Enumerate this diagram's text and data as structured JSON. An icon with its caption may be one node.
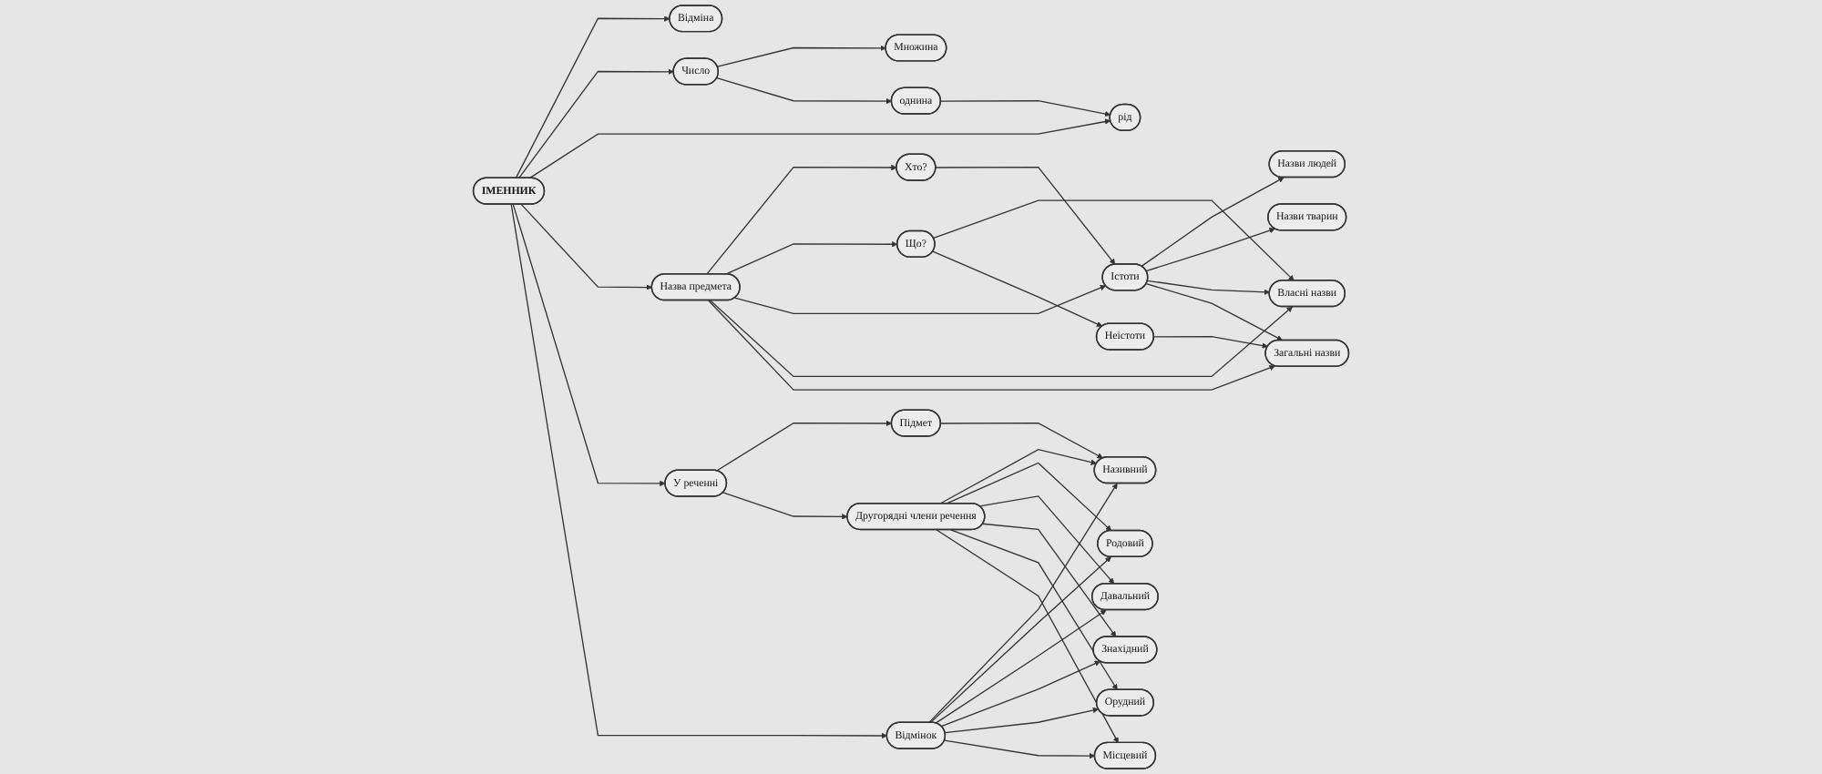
{
  "diagram": {
    "nodes": [
      {
        "text": [
          "Називний"
        ]
      },
      {
        "text": [
          "Родовий"
        ]
      },
      {
        "text": [
          "Давальний"
        ]
      },
      {
        "text": [
          "Знахідний"
        ]
      },
      {
        "text": [
          "Орудний"
        ]
      },
      {
        "text": [
          "Місцевий"
        ]
      },
      {
        "text": [
          "Відмінок"
        ]
      },
      {
        "text": [
          "Відміна"
        ]
      },
      {
        "text": [
          "Число"
        ]
      },
      {
        "text": [
          "Множина"
        ]
      },
      {
        "text": [
          "однина"
        ]
      },
      {
        "text": [
          "Підмет"
        ]
      },
      {
        "text": [
          "ІМЕННИК"
        ]
      },
      {
        "text": [
          "рід"
        ]
      },
      {
        "text": [
          "Другорядні члени речення"
        ]
      },
      {
        "text": [
          "У реченні"
        ]
      },
      {
        "text": [
          "Назва предмета"
        ]
      },
      {
        "text": [
          "Хто?"
        ]
      },
      {
        "text": [
          "Що?"
        ]
      },
      {
        "text": [
          "Назви людей"
        ]
      },
      {
        "text": [
          "Істоти"
        ]
      },
      {
        "text": [
          "Власні назви"
        ]
      },
      {
        "text": [
          "Неістоти"
        ]
      },
      {
        "text": [
          "Назви тварин"
        ]
      },
      {
        "text": [
          "Загальні назви"
        ]
      }
    ],
    "edges": [
      {
        "from": 12,
        "to": 7,
        "arrow": "to"
      },
      {
        "from": 12,
        "to": 8,
        "arrow": "to"
      },
      {
        "from": 12,
        "to": 13,
        "arrow": "to"
      },
      {
        "from": 12,
        "to": 16,
        "arrow": "to"
      },
      {
        "from": 12,
        "to": 15,
        "arrow": "to"
      },
      {
        "from": 8,
        "to": 9,
        "arrow": "to"
      },
      {
        "from": 8,
        "to": 10,
        "arrow": "to"
      },
      {
        "from": 10,
        "to": 13,
        "arrow": "to"
      },
      {
        "from": 15,
        "to": 11,
        "arrow": "to"
      },
      {
        "from": 15,
        "to": 14,
        "arrow": "to"
      },
      {
        "from": 11,
        "to": 0,
        "arrow": "to"
      },
      {
        "from": 14,
        "to": 0,
        "arrow": "to"
      },
      {
        "from": 14,
        "to": 1,
        "arrow": "to"
      },
      {
        "from": 14,
        "to": 2,
        "arrow": "to"
      },
      {
        "from": 14,
        "to": 3,
        "arrow": "to"
      },
      {
        "from": 14,
        "to": 4,
        "arrow": "to"
      },
      {
        "from": 14,
        "to": 5,
        "arrow": "to"
      },
      {
        "from": 12,
        "to": 6,
        "arrow": "to"
      },
      {
        "from": 6,
        "to": 0,
        "arrow": "to"
      },
      {
        "from": 6,
        "to": 1,
        "arrow": "to"
      },
      {
        "from": 6,
        "to": 2,
        "arrow": "to"
      },
      {
        "from": 6,
        "to": 3,
        "arrow": "to"
      },
      {
        "from": 6,
        "to": 4,
        "arrow": "to"
      },
      {
        "from": 6,
        "to": 5,
        "arrow": "to"
      },
      {
        "from": 16,
        "to": 17,
        "arrow": "to"
      },
      {
        "from": 16,
        "to": 18,
        "arrow": "to"
      },
      {
        "from": 16,
        "to": 20,
        "arrow": "to"
      },
      {
        "from": 16,
        "to": 21,
        "arrow": "to"
      },
      {
        "from": 16,
        "to": 24,
        "arrow": "to"
      },
      {
        "from": 17,
        "to": 20,
        "arrow": "to"
      },
      {
        "from": 18,
        "to": 21,
        "arrow": "to"
      },
      {
        "from": 18,
        "to": 22,
        "arrow": "to"
      },
      {
        "from": 20,
        "to": 19,
        "arrow": "to"
      },
      {
        "from": 20,
        "to": 23,
        "arrow": "to"
      },
      {
        "from": 20,
        "to": 21,
        "arrow": "to"
      },
      {
        "from": 20,
        "to": 24,
        "arrow": "to"
      },
      {
        "from": 22,
        "to": 24,
        "arrow": "to"
      }
    ]
  }
}
